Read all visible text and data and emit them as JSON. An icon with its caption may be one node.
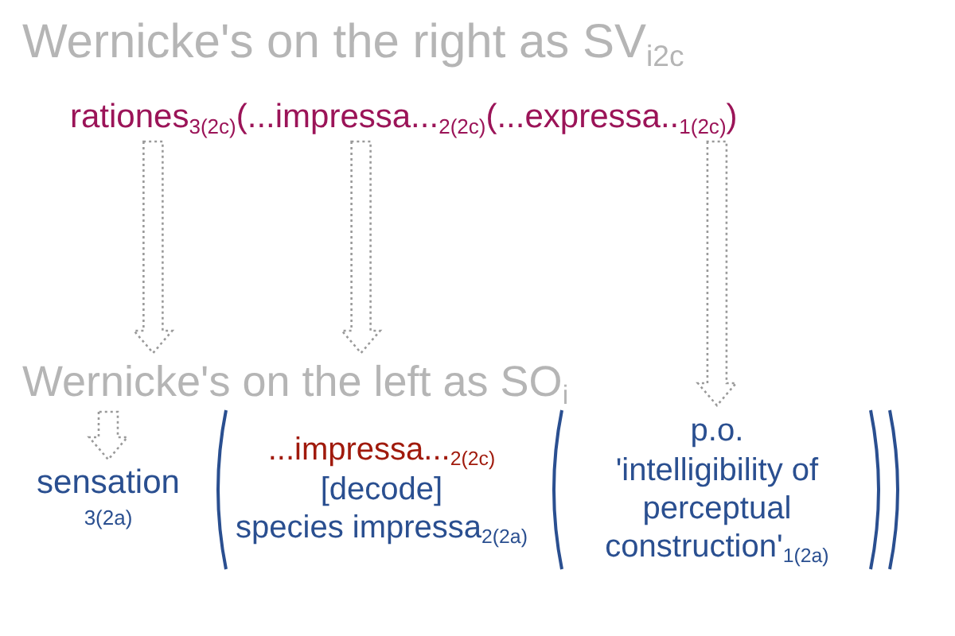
{
  "diagram": {
    "title": "Wernicke's on the right as SV$_{i2c}$",
    "nodes": [
      {
        "text": [
          "rationes$_{3(2c)}$"
        ]
      },
      {
        "text": [
          "(...impressa...$_{2(2c)}$"
        ]
      },
      {
        "text": [
          "(...expressa..$_{1(2c)}$)"
        ]
      },
      {
        "text": [
          "Wernicke's on the left as SO$_{i}$"
        ]
      },
      {
        "text": [
          "sensation",
          "3(2a)"
        ]
      },
      {
        "text": [
          "...impressa...$_{2(2c)}$",
          "[decode]",
          "species impressa$_{2(2a)}$"
        ]
      },
      {
        "text": [
          "p.o.",
          "'intelligibility of perceptual construction'$_{1(2a)}$"
        ],
        "in": 5
      }
    ],
    "edges": [
      {
        "from": 0,
        "to": 3,
        "arrow": "to"
      },
      {
        "from": 1,
        "to": 3,
        "arrow": "to"
      },
      {
        "from": 2,
        "to": 6,
        "arrow": "to"
      },
      {
        "from": 3,
        "to": 4,
        "arrow": "to"
      }
    ]
  }
}
